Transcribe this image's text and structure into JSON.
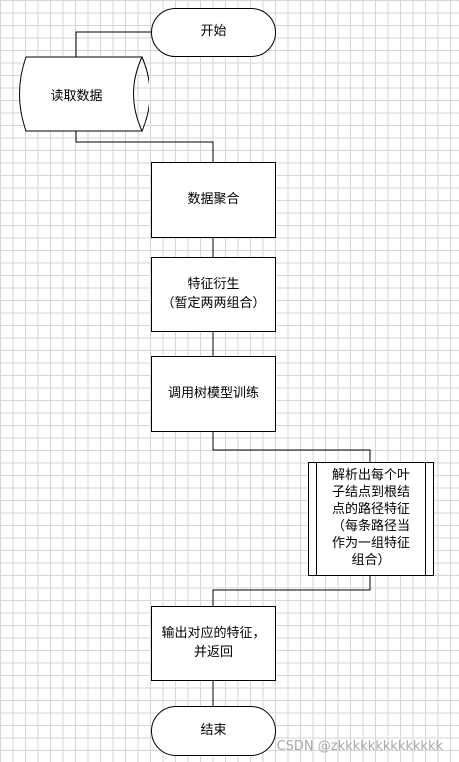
{
  "flowchart": {
    "start": "开始",
    "read_data": "读取数据",
    "aggregate": "数据聚合",
    "feature_derive": "特征衍生\n（暂定两两组合）",
    "train_tree": "调用树模型训练",
    "parse_paths": "解析出每个叶\n子结点到根结\n点的路径特征\n（每条路径当\n作为一组特征\n组合）",
    "output": "输出对应的特征，\n并返回",
    "end": "结束"
  },
  "watermark": "CSDN @zkkkkkkkkkkkkkk"
}
